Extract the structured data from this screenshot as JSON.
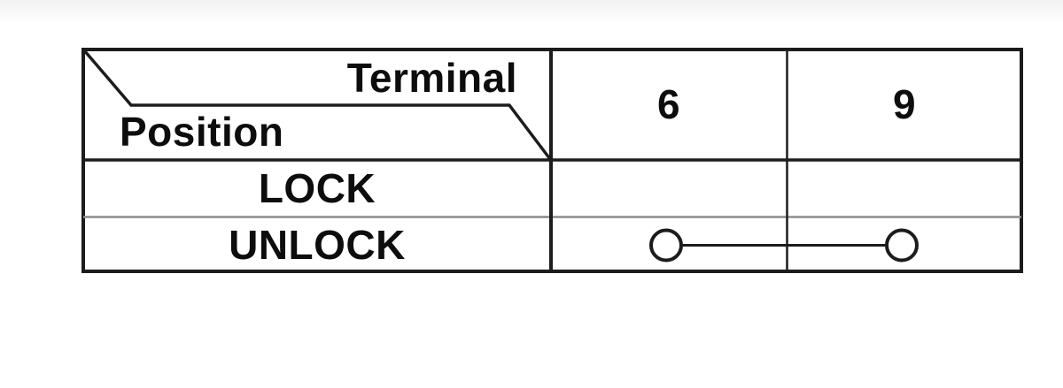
{
  "colors": {
    "line": "#1c1c1c",
    "light_line": "#8c8c8c",
    "text": "#0d0d0d",
    "background": "#ffffff"
  },
  "table": {
    "corner": {
      "top_label": "Terminal",
      "bottom_label": "Position"
    },
    "column_headers": [
      "6",
      "9"
    ],
    "rows": [
      {
        "position": "LOCK",
        "continuity_between": []
      },
      {
        "position": "UNLOCK",
        "continuity_between": [
          "6",
          "9"
        ]
      }
    ]
  }
}
